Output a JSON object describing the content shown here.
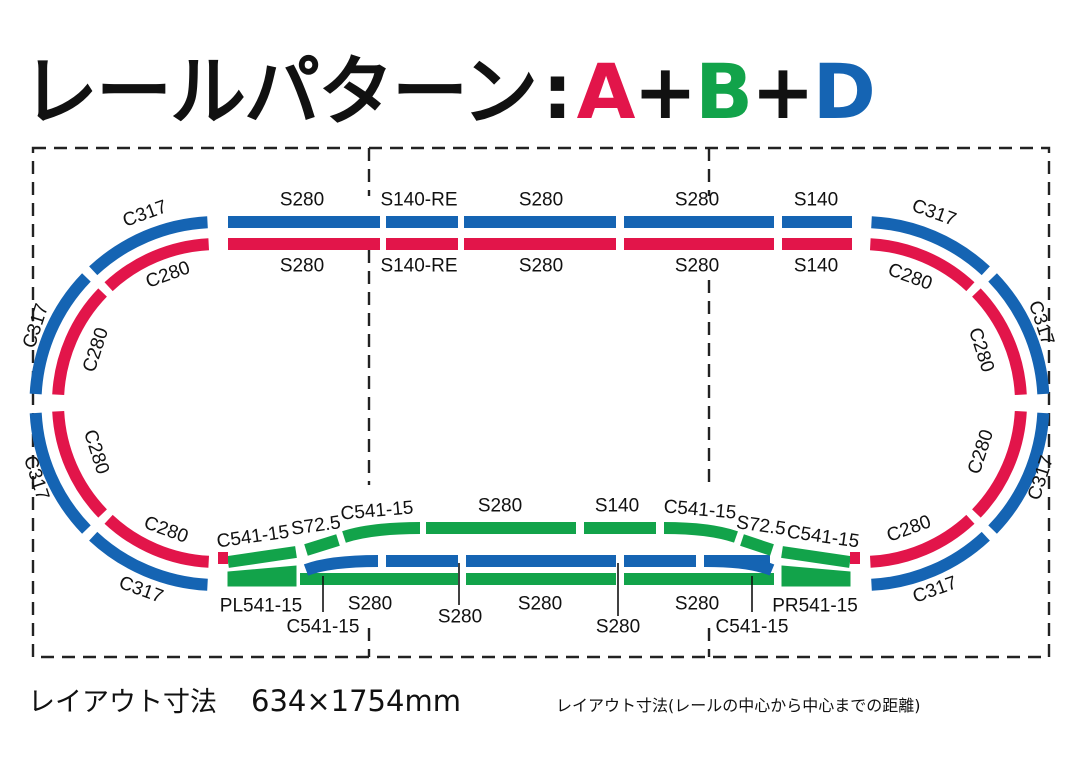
{
  "title": {
    "text": "レールパターン",
    "separator": ":",
    "pattern": [
      {
        "letter": "A",
        "color": "#e2154a"
      },
      {
        "plus": "+"
      },
      {
        "letter": "B",
        "color": "#12a34a"
      },
      {
        "plus": "+"
      },
      {
        "letter": "D",
        "color": "#1564b3"
      }
    ]
  },
  "colors": {
    "A": "#e2154a",
    "B": "#12a34a",
    "D": "#1564b3",
    "frame": "#222222"
  },
  "labels": {
    "outer_top": [
      "S280",
      "S140-RE",
      "S280",
      "S280",
      "S140"
    ],
    "inner_top": [
      "S280",
      "S140-RE",
      "S280",
      "S280",
      "S140"
    ],
    "curve_outer": "C317",
    "curve_inner": "C280",
    "green_siding": [
      "C541-15",
      "S72.5",
      "C541-15",
      "S280",
      "S140",
      "C541-15",
      "S72.5",
      "C541-15"
    ],
    "bottom_row": [
      "PL541-15",
      "C541-15",
      "S280",
      "S280",
      "S280",
      "S280",
      "S280",
      "C541-15",
      "PR541-15"
    ]
  },
  "dimensions": {
    "label": "レイアウト寸法",
    "value": "634×1754mm"
  },
  "note": "レイアウト寸法(レールの中心から中心までの距離)"
}
